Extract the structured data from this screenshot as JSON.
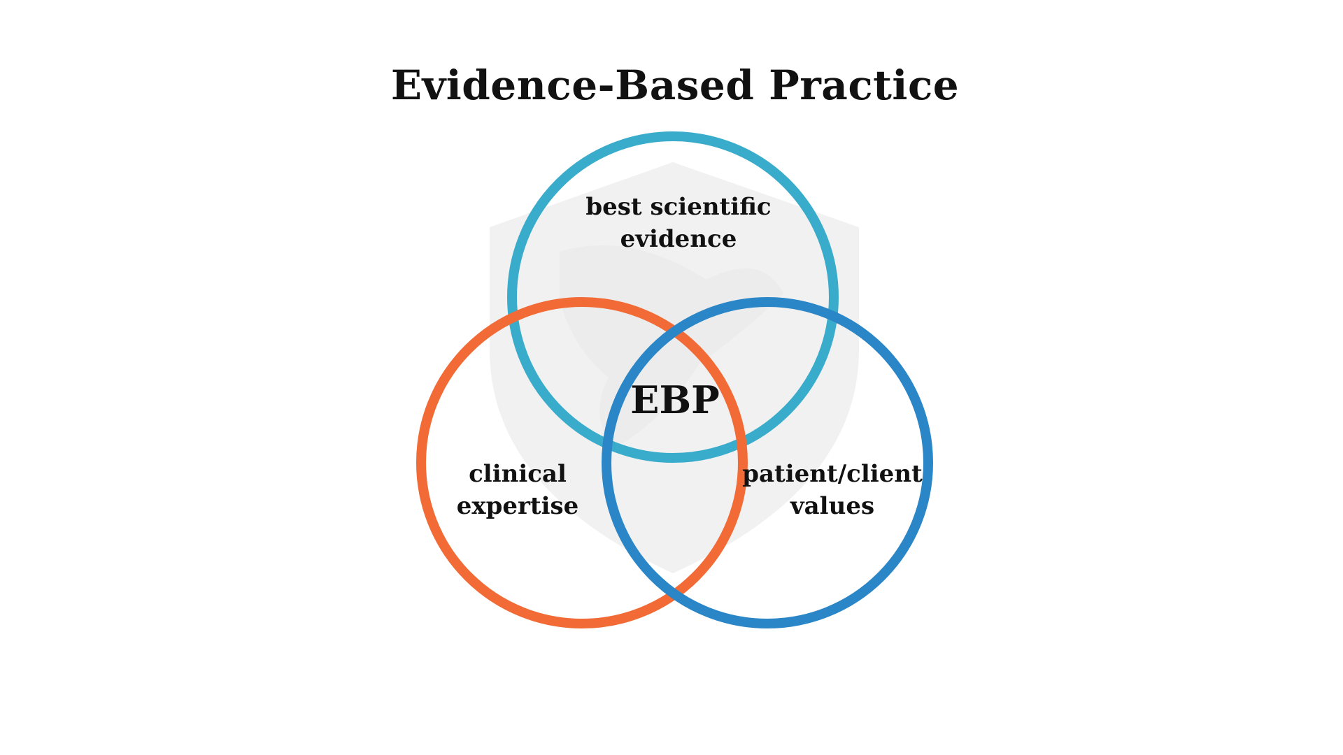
{
  "diagram": {
    "title": "Evidence-Based Practice",
    "center_label": "EBP",
    "circles": [
      {
        "id": "top",
        "lines": [
          "best scientific",
          "evidence"
        ],
        "color": "#3aaccb"
      },
      {
        "id": "left",
        "lines": [
          "clinical",
          "expertise"
        ],
        "color": "#f26a35"
      },
      {
        "id": "right",
        "lines": [
          "patient/client",
          "values"
        ],
        "color": "#2a86c7"
      }
    ],
    "watermark_color": "#f1f1f1"
  }
}
